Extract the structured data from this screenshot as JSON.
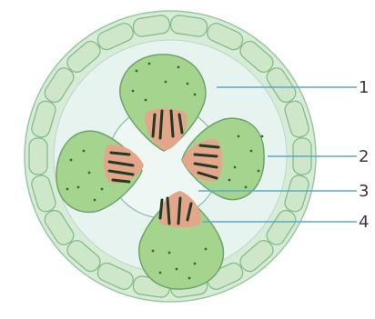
{
  "labels": [
    {
      "id": "1",
      "text": "1"
    },
    {
      "id": "2",
      "text": "2"
    },
    {
      "id": "3",
      "text": "3"
    },
    {
      "id": "4",
      "text": "4"
    }
  ],
  "colors": {
    "background": "#ffffff",
    "outer_ring_fill": "#cfe7cf",
    "cell_fill": "#d9efd6",
    "cell_stroke": "#7fb58a",
    "inner_fill": "#e4f2ef",
    "inner_stroke": "#8fb9a8",
    "lobe_fill": "#9ccf8a",
    "lobe_stroke": "#6fa36a",
    "strand_fill": "#e0a58a",
    "strand_line": "#1f3b24",
    "dot": "#2e6a3a",
    "leader": "#5aa8c8"
  }
}
